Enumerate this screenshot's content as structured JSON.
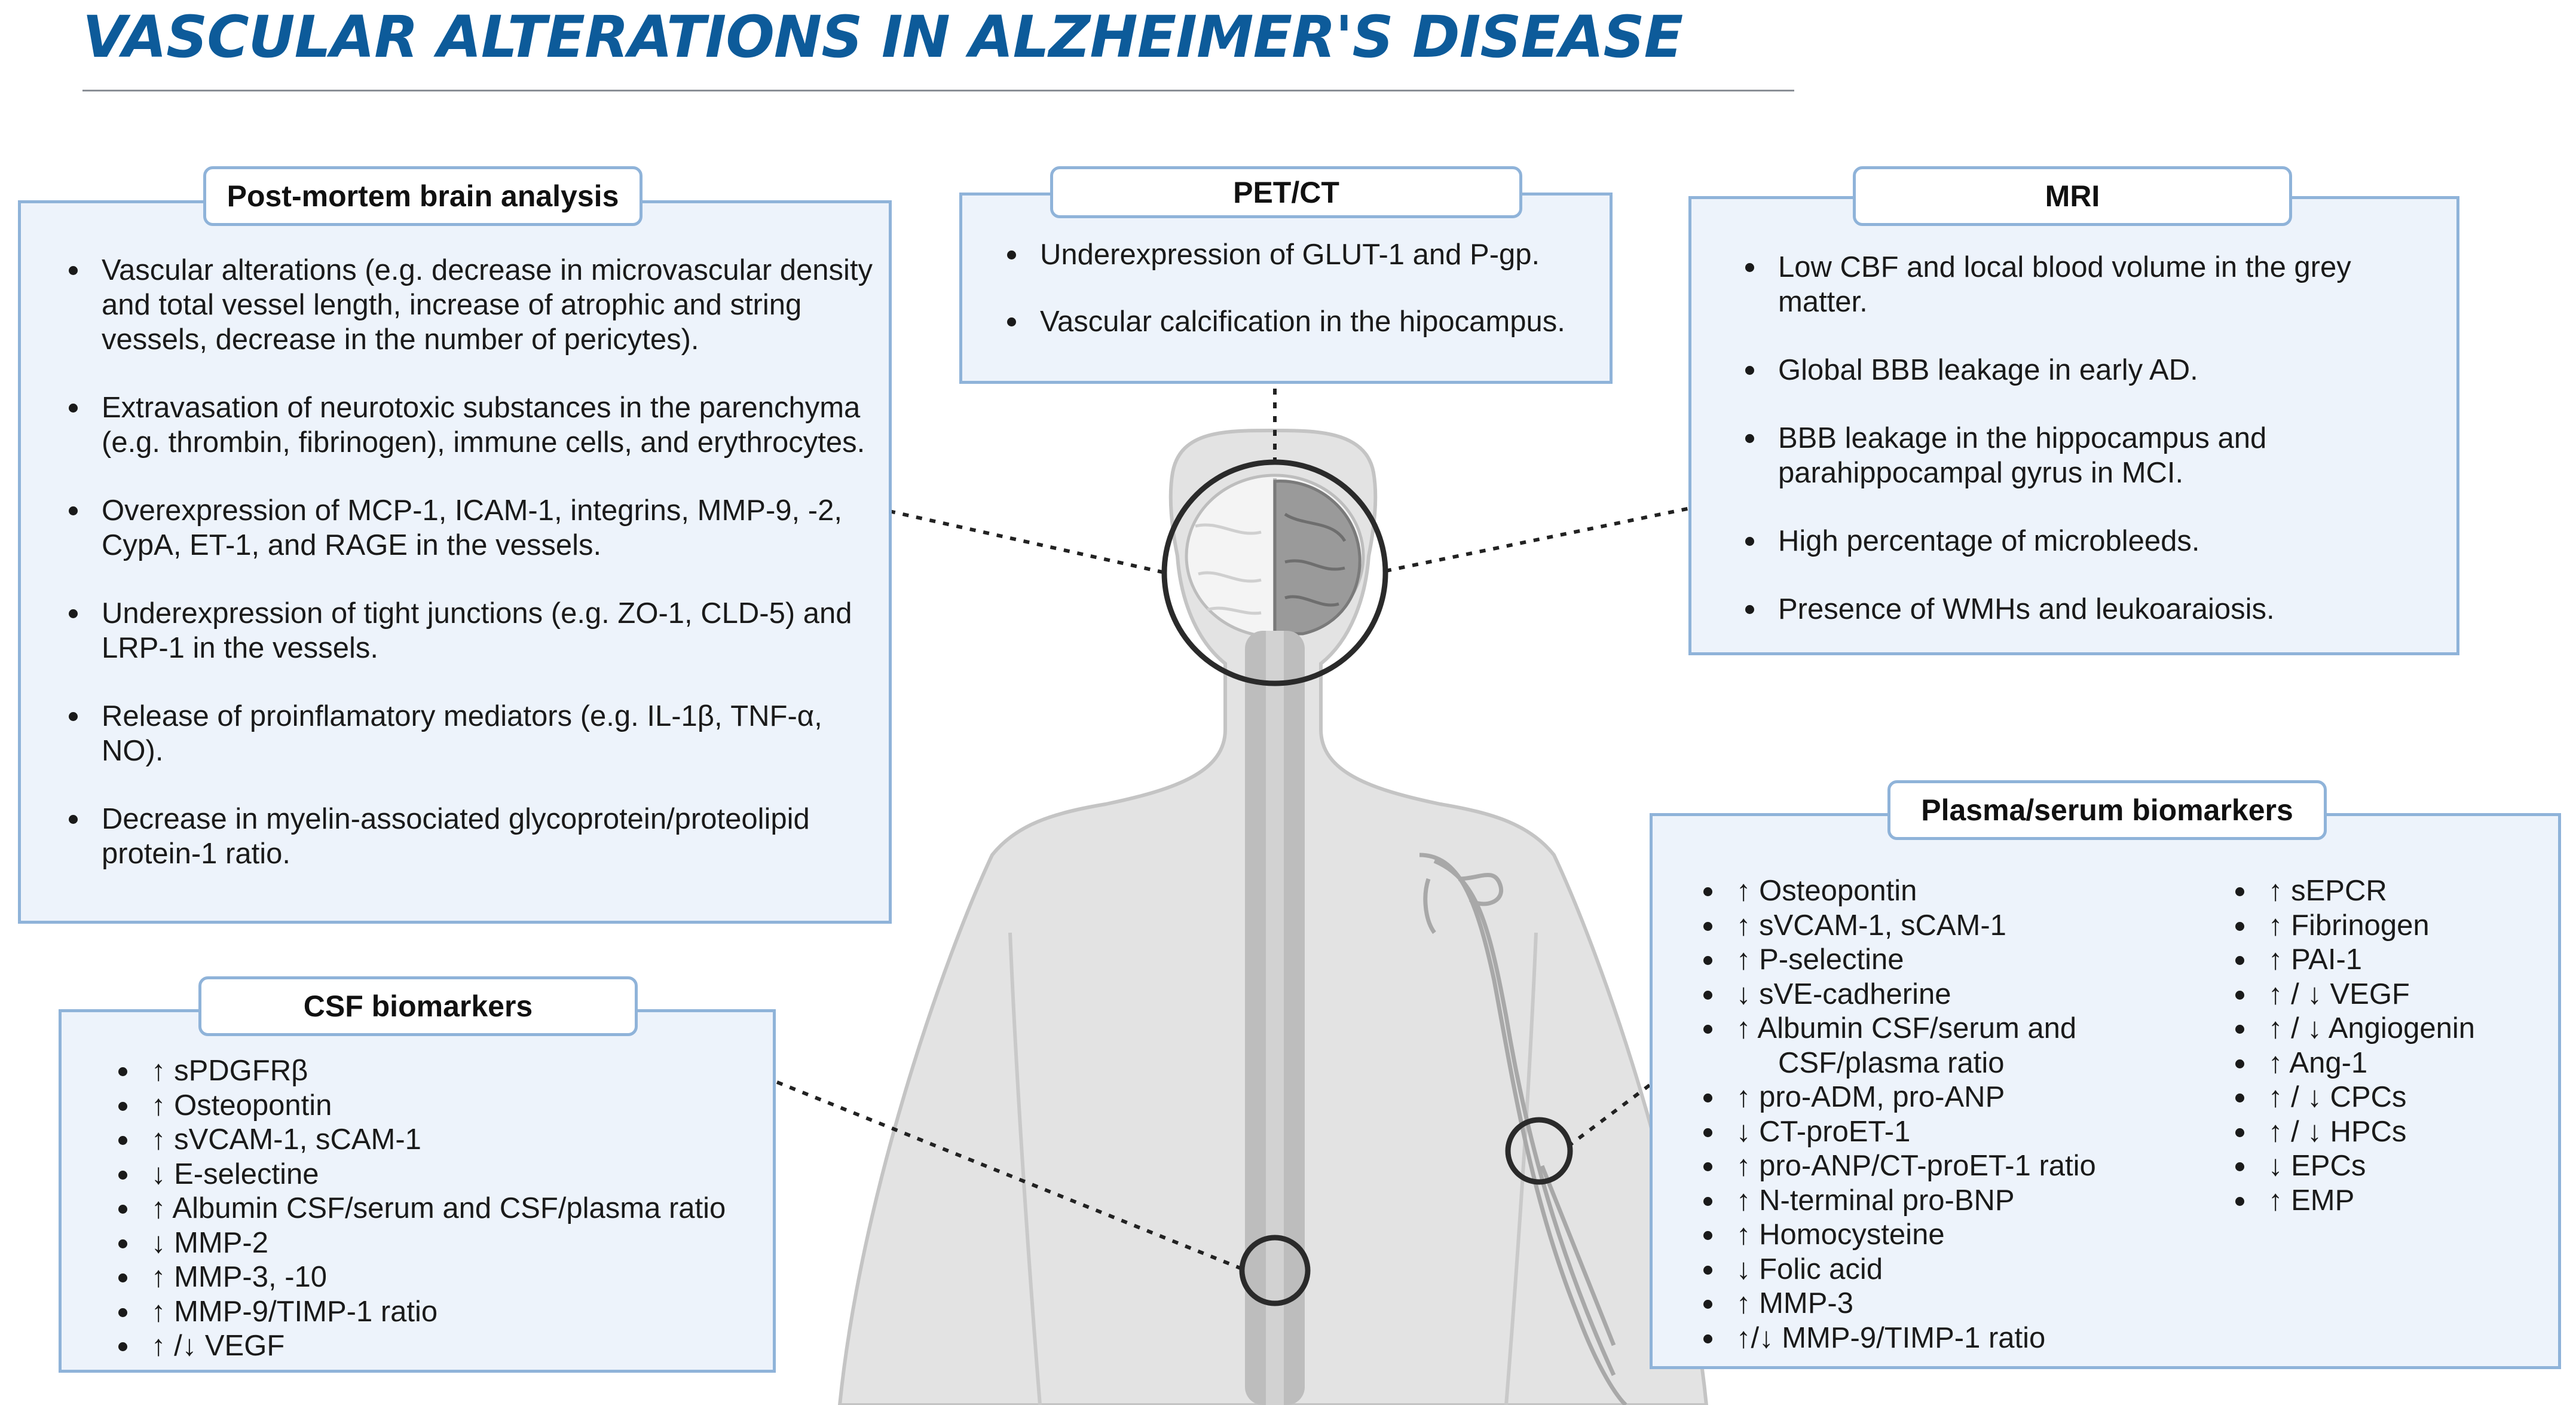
{
  "title": "VASCULAR ALTERATIONS IN ALZHEIMER'S DISEASE",
  "colors": {
    "title": "#0d5b9a",
    "panel_fill": "#edf3fb",
    "panel_border": "#8fb3d9",
    "body_fill": "#e3e3e3",
    "body_outline": "#c9c9c9"
  },
  "icons": {
    "brain": "brain-icon",
    "spine": "spinal-cord-icon",
    "artery": "arm-artery-icon"
  },
  "panels": {
    "postmortem": {
      "header": "Post-mortem brain analysis",
      "items": [
        "Vascular alterations (e.g. decrease in microvascular density and total vessel length, increase of atrophic and string vessels, decrease in the number of pericytes).",
        "Extravasation of neurotoxic substances in the parenchyma (e.g. thrombin, fibrinogen), immune cells, and erythrocytes.",
        "Overexpression of MCP-1, ICAM-1, integrins, MMP-9, -2, CypA, ET-1, and RAGE in the vessels.",
        "Underexpression of tight junctions (e.g. ZO-1, CLD-5) and LRP-1 in the vessels.",
        "Release of proinflamatory mediators (e.g. IL-1β, TNF-α, NO).",
        "Decrease in myelin-associated glycoprotein/proteolipid protein-1 ratio."
      ]
    },
    "petct": {
      "header": "PET/CT",
      "items": [
        "Underexpression of GLUT-1 and P-gp.",
        "Vascular calcification in the hipocampus."
      ]
    },
    "mri": {
      "header": "MRI",
      "items": [
        "Low CBF and local blood volume in the grey matter.",
        "Global BBB leakage in early AD.",
        "BBB leakage in the hippocampus and parahippocampal gyrus in MCI.",
        "High percentage of microbleeds.",
        "Presence of WMHs and leukoaraiosis."
      ]
    },
    "csf": {
      "header": "CSF biomarkers",
      "items": [
        "↑ sPDGFRβ",
        "↑ Osteopontin",
        "↑ sVCAM-1, sCAM-1",
        "↓ E-selectine",
        "↑ Albumin CSF/serum and CSF/plasma ratio",
        "↓ MMP-2",
        "↑  MMP-3, -10",
        "↑  MMP-9/TIMP-1 ratio",
        "↑ /↓ VEGF"
      ]
    },
    "plasma": {
      "header": "Plasma/serum biomarkers",
      "col1": [
        "↑  Osteopontin",
        "↑  sVCAM-1, sCAM-1",
        "↑ P-selectine",
        "↓ sVE-cadherine",
        "↑  Albumin CSF/serum and",
        "↑ pro-ADM, pro-ANP",
        "↓  CT-proET-1",
        "↑ pro-ANP/CT-proET-1 ratio",
        "↑ N-terminal pro-BNP",
        "↑ Homocysteine",
        "↓ Folic acid",
        "↑  MMP-3",
        "↑/↓  MMP-9/TIMP-1 ratio"
      ],
      "col1_continuation": "CSF/plasma ratio",
      "col2": [
        "↑ sEPCR",
        "↑ Fibrinogen",
        "↑ PAI-1",
        "↑ / ↓  VEGF",
        "↑ / ↓  Angiogenin",
        "↑ Ang-1",
        "↑ / ↓  CPCs",
        "↑ / ↓  HPCs",
        "↓ EPCs",
        "↑ EMP"
      ]
    }
  }
}
